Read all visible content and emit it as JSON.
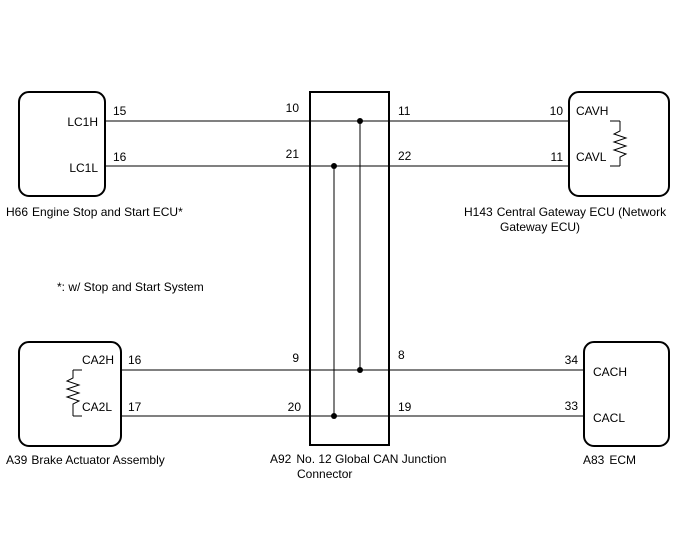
{
  "components": {
    "h66": {
      "code": "H66",
      "name": "Engine Stop and Start ECU*",
      "pins": [
        "LC1H",
        "LC1L"
      ],
      "pin_numbers": [
        "15",
        "16"
      ]
    },
    "h143": {
      "code": "H143",
      "name_line1": "Central Gateway ECU (Network",
      "name_line2": "Gateway ECU)",
      "pins": [
        "CAVH",
        "CAVL"
      ],
      "pin_numbers": [
        "10",
        "11"
      ]
    },
    "a92": {
      "code": "A92",
      "name_line1": "No. 12 Global CAN Junction",
      "name_line2": "Connector",
      "left_pins": [
        "10",
        "21",
        "9",
        "20"
      ],
      "right_pins": [
        "11",
        "22",
        "8",
        "19"
      ]
    },
    "a39": {
      "code": "A39",
      "name": "Brake Actuator Assembly",
      "pins": [
        "CA2H",
        "CA2L"
      ],
      "pin_numbers": [
        "16",
        "17"
      ]
    },
    "a83": {
      "code": "A83",
      "name": "ECM",
      "pins": [
        "CACH",
        "CACL"
      ],
      "pin_numbers": [
        "34",
        "33"
      ]
    }
  },
  "footnote": "*: w/ Stop and Start System"
}
